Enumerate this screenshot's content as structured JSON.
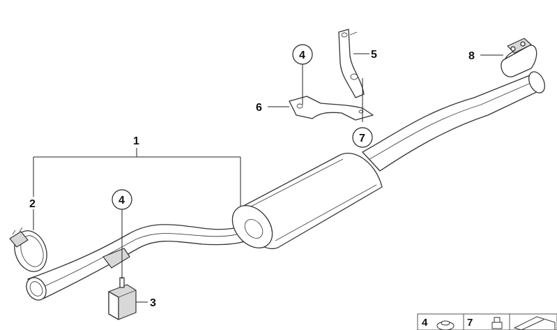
{
  "callouts": [
    {
      "id": "part-1",
      "label": "1"
    },
    {
      "id": "part-2",
      "label": "2"
    },
    {
      "id": "part-3",
      "label": "3"
    },
    {
      "id": "part-4a",
      "label": "4"
    },
    {
      "id": "part-4b",
      "label": "4"
    },
    {
      "id": "part-5",
      "label": "5"
    },
    {
      "id": "part-6",
      "label": "6"
    },
    {
      "id": "part-7",
      "label": "7"
    },
    {
      "id": "part-8",
      "label": "8"
    }
  ],
  "legend": [
    {
      "label": "4"
    },
    {
      "label": "7"
    }
  ],
  "colors": {
    "line": "#333333",
    "shade": "#d8d8d8",
    "background": "#ffffff"
  }
}
